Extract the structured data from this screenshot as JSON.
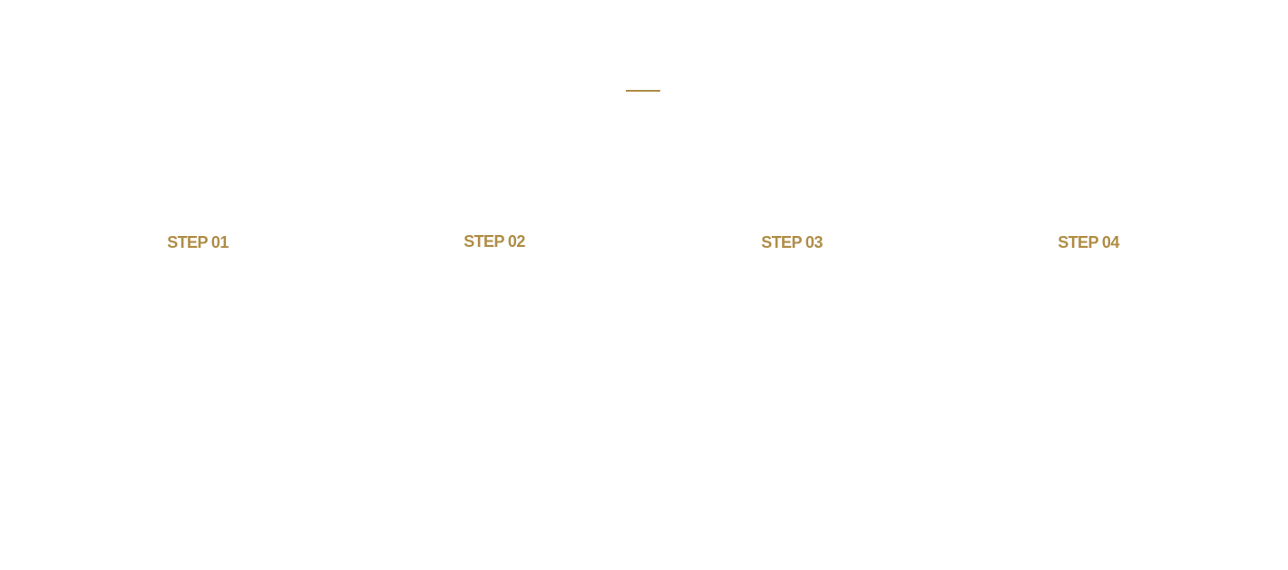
{
  "colors": {
    "accent": "#b08d47",
    "background": "#ffffff"
  },
  "steps": [
    {
      "label": "STEP 01"
    },
    {
      "label": "STEP 02"
    },
    {
      "label": "STEP 03"
    },
    {
      "label": "STEP 04"
    }
  ]
}
